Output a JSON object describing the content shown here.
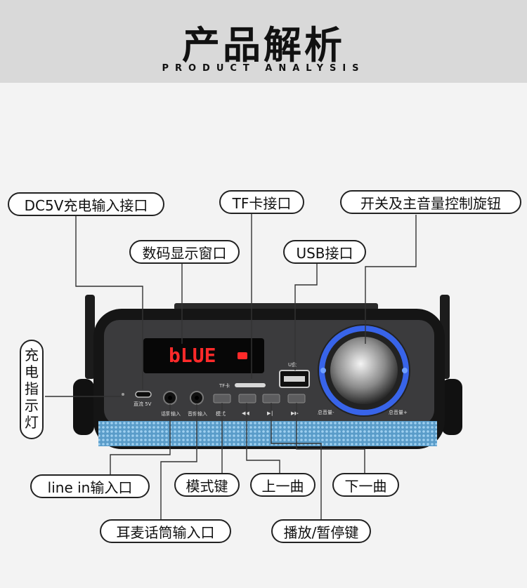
{
  "header": {
    "title": "产品解析",
    "subtitle": "PRODUCT ANALYSIS"
  },
  "labels": {
    "dc5v": "DC5V充电输入接口",
    "tf": "TF卡接口",
    "knob": "开关及主音量控制旋钮",
    "display": "数码显示窗口",
    "usb": "USB接口",
    "charge_led": "充电指示灯",
    "line_in": "line in输入口",
    "mode": "模式键",
    "prev": "上一曲",
    "next": "下一曲",
    "mic": "耳麦话筒输入口",
    "play": "播放/暂停键"
  },
  "device": {
    "display_text": "bLUE",
    "tf_label": "TF卡",
    "usb_label": "U盘",
    "dc_label": "直流 5V",
    "mic_port_label": "话筒输入",
    "audio_port_label": "音频输入",
    "mode_label": "模式",
    "vol_minus_label": "总音量-",
    "vol_plus_label": "总音量+"
  },
  "colors": {
    "display_red": "#ff2a2a",
    "grille_blue": "#6fb2e0",
    "knob_glow": "#3b6bff"
  }
}
